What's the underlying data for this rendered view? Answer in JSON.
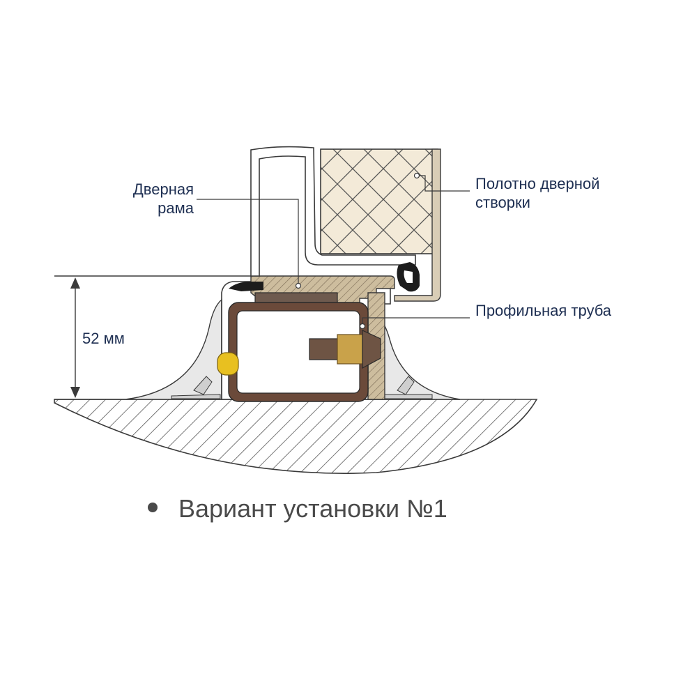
{
  "labels": {
    "door_frame": [
      "Дверная",
      "рама"
    ],
    "door_leaf": [
      "Полотно дверной",
      "створки"
    ],
    "profile_tube": "Профильная труба",
    "dimension": "52 мм"
  },
  "caption": "Вариант установки №1",
  "colors": {
    "label_text": "#1e2f52",
    "caption_text": "#4a4a4a",
    "outline": "#3a3a3a",
    "tube_brown": "#6b4a3a",
    "frame_fill": "#c9b89a",
    "insulation_fill": "#efe4d0",
    "plate_fill": "#6e5a4e",
    "sealant_fill": "#e5e5e5",
    "hatch": "#555555",
    "fastener_yellow": "#e8c020",
    "screw_gold": "#c9a24a"
  },
  "icons": {
    "caption_bullet": "bullet-icon"
  }
}
